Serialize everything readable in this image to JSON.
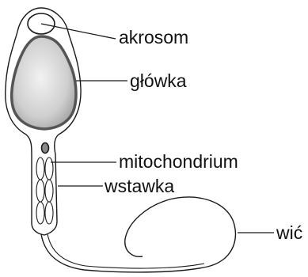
{
  "labels": {
    "acrosome": "akrosom",
    "head": "główka",
    "mitochondrion": "mitochondrium",
    "midpiece": "wstawka",
    "tail": "wić"
  },
  "colors": {
    "outline": "#1a1a1a",
    "nucleus_fill": "#d9d9d9",
    "nucleus_rim": "#555555",
    "background": "#ffffff"
  }
}
